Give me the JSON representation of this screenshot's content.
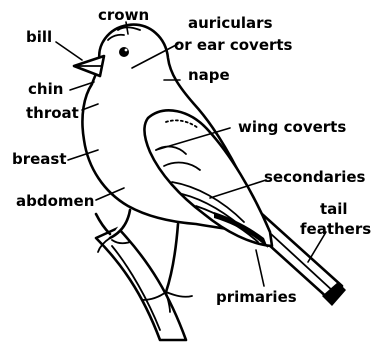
{
  "labels": {
    "crown": "crown",
    "bill": "bill",
    "auriculars_line1": "auriculars",
    "auriculars_line2": "or ear coverts",
    "nape": "nape",
    "chin": "chin",
    "throat": "throat",
    "wing_coverts": "wing coverts",
    "breast": "breast",
    "secondaries": "secondaries",
    "abdomen": "abdomen",
    "tail_line1": "tail",
    "tail_line2": "feathers",
    "primaries": "primaries"
  },
  "colors": {
    "ink": "#000000",
    "background": "#ffffff"
  }
}
